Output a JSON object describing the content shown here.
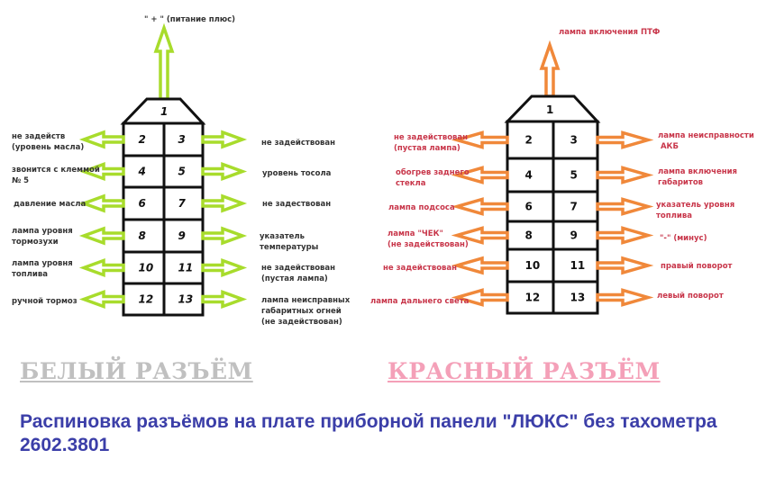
{
  "colors": {
    "white_arrow": "#a8dc2c",
    "red_arrow": "#f0883a",
    "white_label": "#333333",
    "red_label": "#c8364a",
    "white_heading": "#c0c0c0",
    "red_heading": "#f4a0b8",
    "caption": "#3b3ea8"
  },
  "white": {
    "heading": "БЕЛЫЙ РАЗЪЁМ",
    "top_label": "\" + \" (питание плюс)",
    "pins": [
      "1",
      "2",
      "3",
      "4",
      "5",
      "6",
      "7",
      "8",
      "9",
      "10",
      "11",
      "12",
      "13"
    ],
    "left": [
      "не задейств\n(уровень масла)",
      "звонится с клеммой\n№ 5",
      "давление масла",
      "лампа уровня\nтормозухи",
      "лампа уровня\nтоплива",
      "ручной тормоз"
    ],
    "right": [
      "не задействован",
      "уровень тосола",
      "не задествован",
      "указатель\nтемпературы",
      "не задействован\n(пустая лампа)",
      "лампа неисправных\nгабаритных огней\n(не задействован)"
    ]
  },
  "red": {
    "heading": "КРАСНЫЙ РАЗЪЁМ",
    "top_label": "лампа включения ПТФ",
    "pins": [
      "1",
      "2",
      "3",
      "4",
      "5",
      "6",
      "7",
      "8",
      "9",
      "10",
      "11",
      "12",
      "13"
    ],
    "left": [
      "не задействован\n(пустая лампа)",
      "обогрев заднего\nстекла",
      "лампа подсоса",
      "лампа \"ЧЕК\"\n(не задействован)",
      "не задействован",
      "лампа дальнего света"
    ],
    "right": [
      "лампа неисправности\n АКБ",
      "лампа включения\nгабаритов",
      "указатель уровня\nтоплива",
      "\"-\" (минус)",
      "правый поворот",
      "левый поворот"
    ]
  },
  "caption": {
    "text": "Распиновка разъёмов на плате приборной панели \"ЛЮКС\" без тахометра ",
    "number": "2602.3801"
  }
}
